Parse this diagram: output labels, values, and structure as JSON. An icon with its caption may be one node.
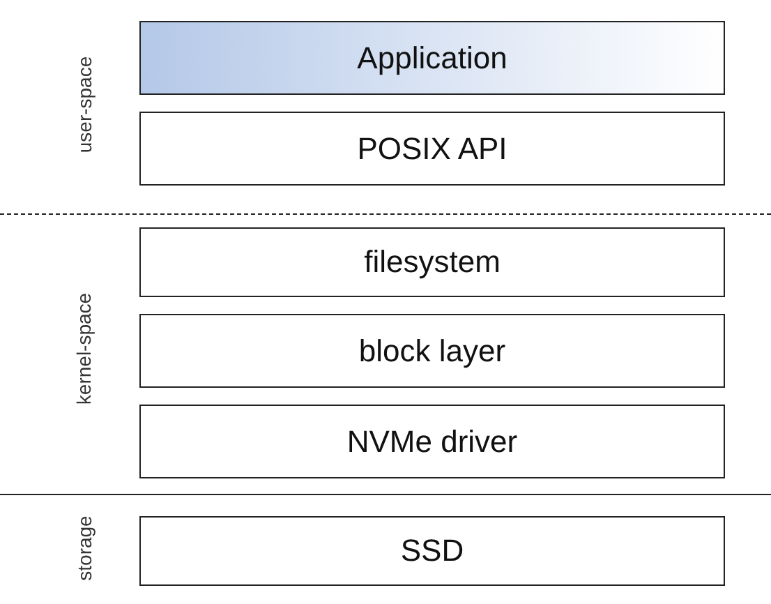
{
  "diagram": {
    "nodes": [
      {
        "text": [
          "Application"
        ]
      },
      {
        "text": [
          "POSIX API"
        ]
      },
      {
        "text": [
          "filesystem"
        ]
      },
      {
        "text": [
          "block layer"
        ]
      },
      {
        "text": [
          "NVMe driver"
        ]
      },
      {
        "text": [
          "SSD"
        ]
      }
    ],
    "labels": [
      "user-space",
      "kernel-space",
      "storage"
    ]
  }
}
